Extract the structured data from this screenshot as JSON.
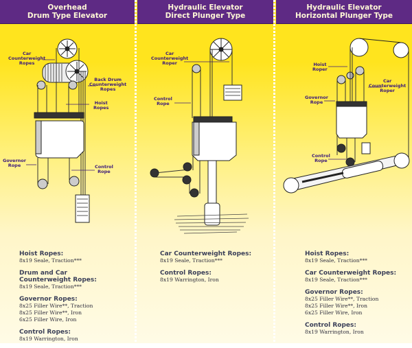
{
  "columns": [
    {
      "title_line1": "Overhead",
      "title_line2": "Drum Type Elevator",
      "labels": {
        "car_cw_ropes": [
          "Car",
          "Counterweight",
          "Ropes"
        ],
        "back_drum": [
          "Back Drum",
          "Counterweight",
          "Ropes"
        ],
        "hoist": [
          "Hoist",
          "Ropes"
        ],
        "governor": [
          "Governor",
          "Rope"
        ],
        "control": [
          "Control",
          "Rope"
        ]
      },
      "specs": [
        {
          "title": [
            "Hoist Ropes:"
          ],
          "lines": [
            "8x19 Seale, Traction***"
          ]
        },
        {
          "title": [
            "Drum and Car",
            "Counterweight Ropes:"
          ],
          "lines": [
            "8x19 Seale, Traction***"
          ]
        },
        {
          "title": [
            "Governor Ropes:"
          ],
          "lines": [
            "8x25 Filler Wire**, Traction",
            "8x25 Filler Wire**, Iron",
            "6x25 Filler Wire, Iron"
          ]
        },
        {
          "title": [
            "Control Ropes:"
          ],
          "lines": [
            "8x19 Warrington, Iron"
          ]
        }
      ]
    },
    {
      "title_line1": "Hydraulic Elevator",
      "title_line2": "Direct Plunger Type",
      "labels": {
        "car_cw_ropes": [
          "Car",
          "Counterweight",
          "Roper"
        ],
        "control": [
          "Control",
          "Rope"
        ]
      },
      "specs": [
        {
          "title": [
            "Car Counterweight Ropes:"
          ],
          "lines": [
            "8x19 Seale, Traction***"
          ]
        },
        {
          "title": [
            "Control Ropes:"
          ],
          "lines": [
            "8x19 Warrington, Iron"
          ]
        }
      ]
    },
    {
      "title_line1": "Hydraulic Elevator",
      "title_line2": "Horizontal Plunger Type",
      "labels": {
        "hoist": [
          "Hoist",
          "Roper"
        ],
        "car_cw_ropes": [
          "Car",
          "Counterweight",
          "Roper"
        ],
        "governor": [
          "Governor",
          "Rope"
        ],
        "control": [
          "Control",
          "Rope"
        ]
      },
      "specs": [
        {
          "title": [
            "Hoist Ropes:"
          ],
          "lines": [
            "8x19 Seale, Traction***"
          ]
        },
        {
          "title": [
            "Car Counterweight Ropes:"
          ],
          "lines": [
            "8x19 Seale, Traction***"
          ]
        },
        {
          "title": [
            "Governor Ropes:"
          ],
          "lines": [
            "8x25 Filler Wire**, Traction",
            "8x25 Filler Wire**, Iron",
            "6x25 Filler Wire, Iron"
          ]
        },
        {
          "title": [
            "Control Ropes:"
          ],
          "lines": [
            "8x19 Warrington, Iron"
          ]
        }
      ]
    }
  ],
  "colors": {
    "header_bg": "#5e2a84",
    "header_text": "#fff7d6",
    "label_text": "#3b1a7a",
    "background_top": "#ffe41e",
    "background_bottom": "#fffbe6"
  }
}
